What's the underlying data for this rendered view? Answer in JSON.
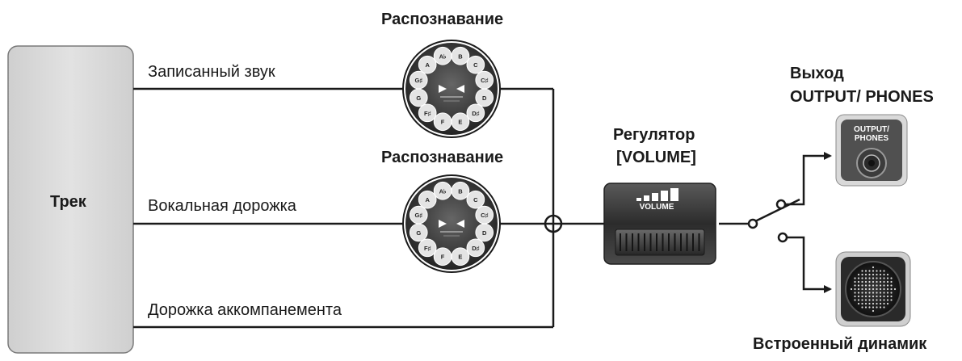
{
  "track": {
    "label": "Трек"
  },
  "lines": {
    "recorded": "Записанный звук",
    "vocal": "Вокальная дорожка",
    "accompaniment": "Дорожка аккомпанемента"
  },
  "recognition": {
    "top_title": "Распознавание",
    "mid_title": "Распознавание",
    "notes": [
      "A♭",
      "B",
      "C",
      "C♯",
      "D",
      "D♯",
      "E",
      "F",
      "F♯",
      "G",
      "G♯",
      "A"
    ]
  },
  "volume": {
    "title_line1": "Регулятор",
    "title_line2": "[VOLUME]",
    "badge": "VOLUME"
  },
  "output": {
    "title_line1": "Выход",
    "title_line2": "OUTPUT/ PHONES",
    "badge_line1": "OUTPUT/",
    "badge_line2": "PHONES"
  },
  "speaker": {
    "title": "Встроенный динамик"
  },
  "colors": {
    "line": "#1a1a1a",
    "track_fill": "#d6d6d6",
    "device_dark": "#3a3a3a",
    "device_light": "#e9e9e9"
  }
}
